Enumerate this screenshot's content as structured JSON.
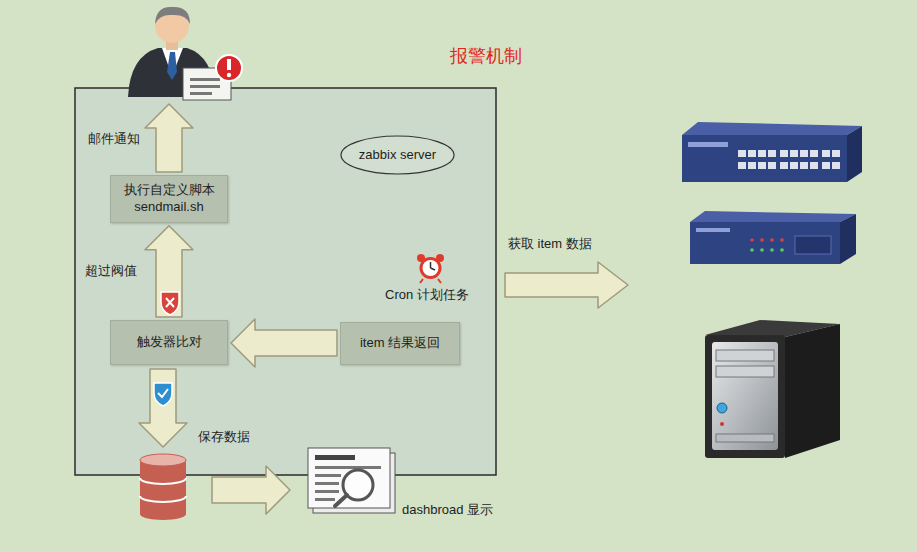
{
  "diagram": {
    "title": "报警机制",
    "nodes": [
      {
        "text": [
          "zabbix server"
        ]
      },
      {
        "text": [
          "执行自定义脚本 sendmail.sh"
        ],
        "in": 0
      },
      {
        "text": [
          "触发器比对"
        ],
        "in": 0
      },
      {
        "text": [
          "item 结果返回"
        ],
        "in": 0
      }
    ],
    "edges": [
      {
        "from": 3,
        "to": 2,
        "arrow": "to"
      },
      {
        "from": 2,
        "to": 1,
        "label": "超过阀值",
        "arrow": "to"
      }
    ],
    "labels": [
      "邮件通知",
      "Cron 计划任务",
      "保存数据",
      "获取 item 数据",
      "dashbroad 显示"
    ]
  }
}
